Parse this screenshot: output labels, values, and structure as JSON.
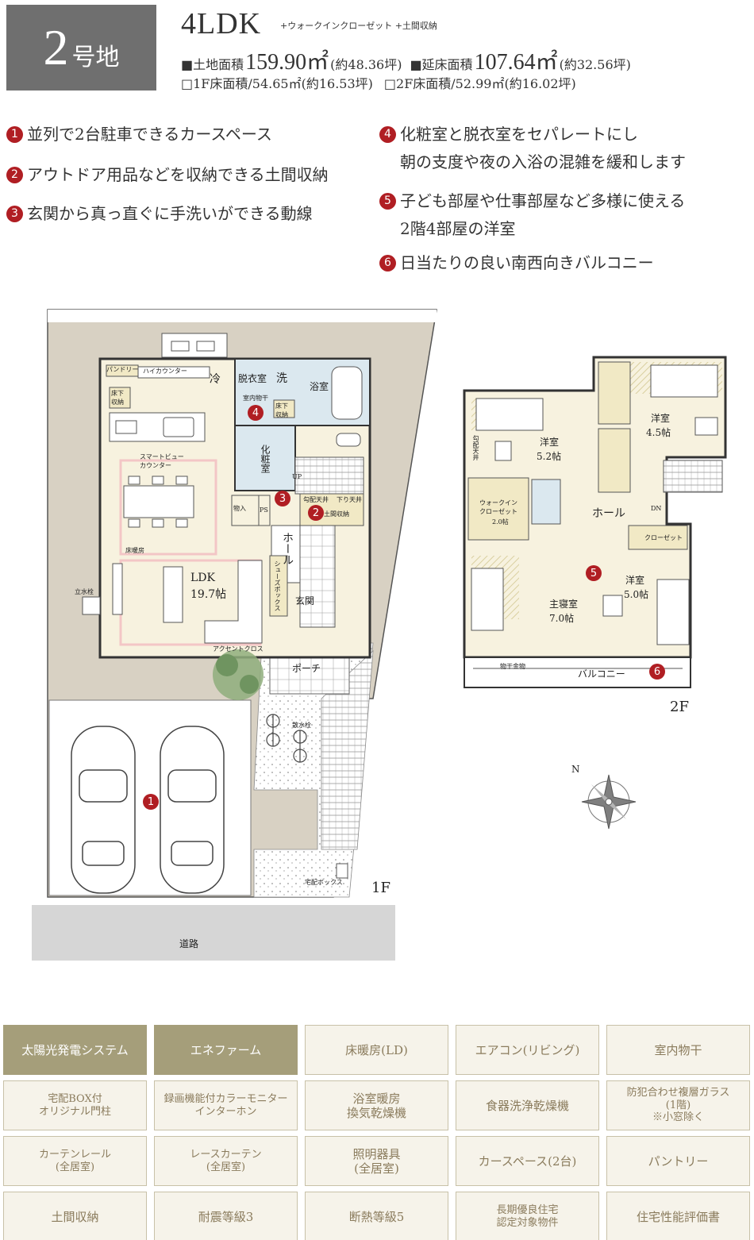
{
  "header": {
    "lot_number": "2",
    "lot_suffix": "号地",
    "plan_type": "4LDK",
    "plan_extras": "+ウォークインクローゼット +土間収納",
    "land_area_label": "■土地面積",
    "land_area_value": "159.90㎡",
    "land_area_tsubo": "(約48.36坪)",
    "floor_area_label": "■延床面積",
    "floor_area_value": "107.64㎡",
    "floor_area_tsubo": "(約32.56坪)",
    "floor1_area": "□1F床面積/54.65㎡(約16.53坪)",
    "floor2_area": "□2F床面積/52.99㎡(約16.02坪)"
  },
  "features": [
    {
      "num": "1",
      "lines": [
        "並列で2台駐車できるカースペース"
      ]
    },
    {
      "num": "2",
      "lines": [
        "アウトドア用品などを収納できる土間収納"
      ]
    },
    {
      "num": "3",
      "lines": [
        "玄関から真っ直ぐに手洗いができる動線"
      ]
    },
    {
      "num": "4",
      "lines": [
        "化粧室と脱衣室をセパレートにし",
        "朝の支度や夜の入浴の混雑を緩和します"
      ]
    },
    {
      "num": "5",
      "lines": [
        "子ども部屋や仕事部屋など多様に使える",
        "2階4部屋の洋室"
      ]
    },
    {
      "num": "6",
      "lines": [
        "日当たりの良い南西向きバルコニー"
      ]
    }
  ],
  "floor1": {
    "caption": "1F",
    "road": "道路",
    "pantry": "パンドリー",
    "high_counter": "ハイカウンター",
    "fridge": "冷",
    "underfloor1": "床下\n収納",
    "smart_view": "スマートビュー\nカウンター",
    "floor_heating": "床暖房",
    "ldk": "LDK",
    "ldk_size": "19.7帖",
    "standing_tap": "立水栓",
    "accent_cloth": "アクセントクロス",
    "dressing": "脱衣室",
    "wash": "洗",
    "indoor_dry": "室内物干",
    "underfloor2": "床下\n収納",
    "bath": "浴室",
    "powder": "化粧室",
    "up": "UP",
    "storage": "物入",
    "ps": "PS",
    "slope_ceiling": "勾配天井",
    "drop_ceiling": "下り天井",
    "earth_storage": "土間収納",
    "hall": "ホール",
    "shoebox": "シューズボックス",
    "entrance": "玄関",
    "porch": "ポーチ",
    "sprinkler_tap": "散水栓",
    "delivery_box": "宅配ボックス",
    "markers": [
      "1",
      "2",
      "3",
      "4"
    ]
  },
  "floor2": {
    "caption": "2F",
    "room_a": "洋室",
    "room_a_size": "5.2帖",
    "room_b": "洋室",
    "room_b_size": "4.5帖",
    "walk_in": "ウォークイン\nクローゼット",
    "walk_in_size": "2.0帖",
    "hall": "ホール",
    "dn": "DN",
    "closet": "クローゼット",
    "master": "主寝室",
    "master_size": "7.0帖",
    "room_c": "洋室",
    "room_c_size": "5.0帖",
    "slope_ceiling": "勾配天井",
    "clothes_hanger": "物干金物",
    "balcony": "バルコニー",
    "markers": [
      "5",
      "6"
    ]
  },
  "compass_label": "N",
  "equipment": [
    {
      "label": "太陽光発電システム",
      "active": true
    },
    {
      "label": "エネファーム",
      "active": true
    },
    {
      "label": "床暖房(LD)",
      "active": false
    },
    {
      "label": "エアコン(リビング)",
      "active": false
    },
    {
      "label": "室内物干",
      "active": false
    },
    {
      "label": "宅配BOX付\nオリジナル門柱",
      "active": false
    },
    {
      "label": "録画機能付カラーモニター\nインターホン",
      "active": false
    },
    {
      "label": "浴室暖房\n換気乾燥機",
      "active": false
    },
    {
      "label": "食器洗浄乾燥機",
      "active": false
    },
    {
      "label": "防犯合わせ複層ガラス\n(1階)\n※小窓除く",
      "active": false
    },
    {
      "label": "カーテンレール\n(全居室)",
      "active": false
    },
    {
      "label": "レースカーテン\n(全居室)",
      "active": false
    },
    {
      "label": "照明器具\n(全居室)",
      "active": false
    },
    {
      "label": "カースペース(2台)",
      "active": false
    },
    {
      "label": "パントリー",
      "active": false
    },
    {
      "label": "土間収納",
      "active": false
    },
    {
      "label": "耐震等級3",
      "active": false
    },
    {
      "label": "断熱等級5",
      "active": false
    },
    {
      "label": "長期優良住宅\n認定対象物件",
      "active": false
    },
    {
      "label": "住宅性能評価書",
      "active": false
    }
  ],
  "colors": {
    "accent_marker": "#b01e23",
    "badge_bg": "#6f6f6f",
    "equip_active": "#a59e7a",
    "equip_inactive": "#f6f3ea",
    "lot_beige": "#d8d1c3",
    "room_cream": "#f7f2df"
  }
}
